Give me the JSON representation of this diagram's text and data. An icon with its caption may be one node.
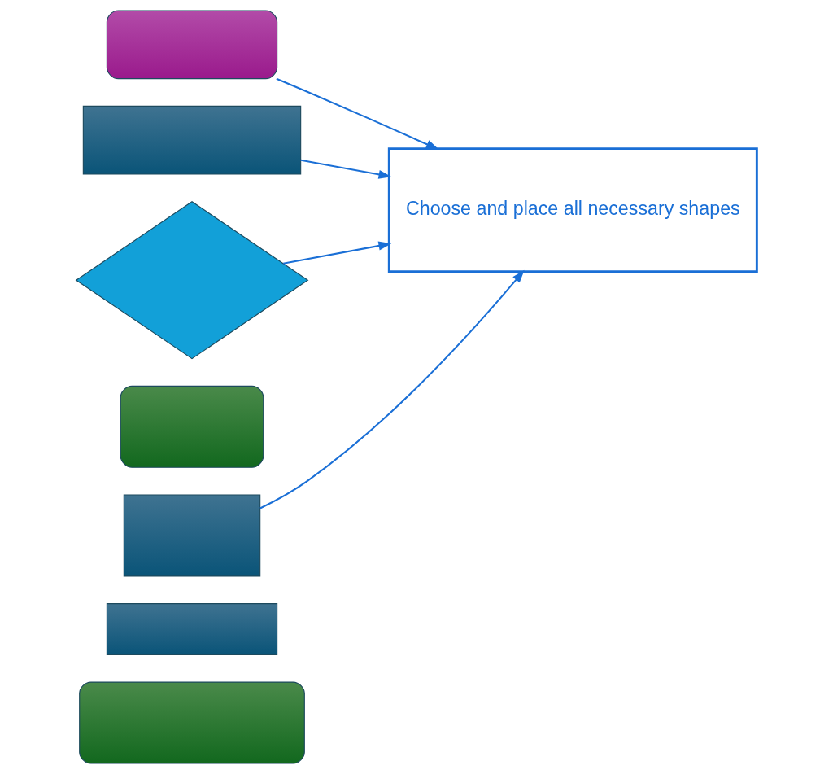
{
  "diagram": {
    "nodes": [
      {
        "text": [],
        "shape": "pill"
      },
      {
        "text": [
          "Choose and place all necessary shapes"
        ]
      },
      {
        "text": [],
        "shape": "box"
      },
      {
        "text": [],
        "shape": "diamond"
      },
      {
        "text": [],
        "shape": "pill"
      },
      {
        "text": [],
        "shape": "box"
      },
      {
        "text": [],
        "shape": "box"
      },
      {
        "text": [],
        "shape": "pill"
      }
    ],
    "edges": [
      {
        "from": 0,
        "to": 1,
        "arrow": "to"
      },
      {
        "from": 2,
        "to": 1,
        "arrow": "to"
      },
      {
        "from": 3,
        "to": 1,
        "arrow": "to"
      },
      {
        "from": 5,
        "to": 1,
        "arrow": "to"
      }
    ]
  }
}
